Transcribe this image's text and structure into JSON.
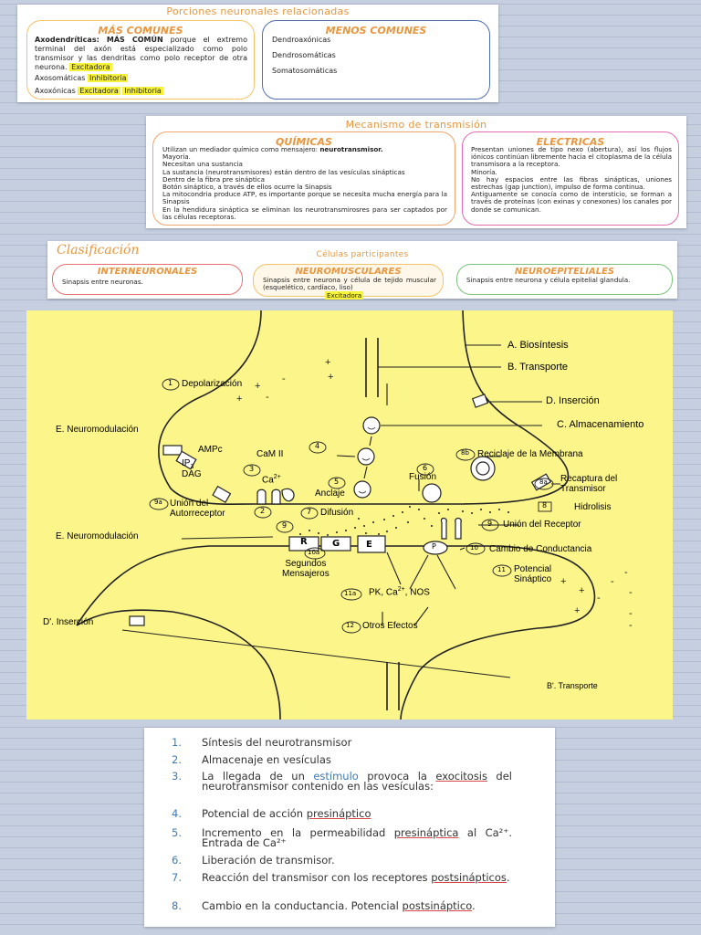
{
  "card1": {
    "title": "Porciones neuronales relacionadas",
    "mas": {
      "heading": "MÁS COMUNES",
      "axo_bold": "Axodendríticas: MÁS COMÚN",
      "axo_rest": " porque el extremo terminal del axón está especializado como polo transmisor y las dendritas como polo receptor de otra neurona.",
      "axo_tag": "Excitadora",
      "axosom": "Axosomáticas",
      "axosom_tag": "Inhibitoria",
      "axoax": "Axoxónicas",
      "axoax_tag1": "Excitadora",
      "axoax_tag2": "Inhibitoria"
    },
    "menos": {
      "heading": "MENOS COMUNES",
      "items": [
        "Dendroaxónicas",
        "Dendrosomáticas",
        "Somatosomáticas"
      ]
    }
  },
  "card2": {
    "title": "Mecanismo de transmisión",
    "quim": {
      "heading": "QUÍMICAS",
      "l1": "Utilizan un mediador químico como mensajero:",
      "l1b": "neurotransmisor.",
      "lines": [
        "Mayoría.",
        "Necesitan una sustancia",
        "La sustancia (neurotransmisores) están dentro de las vesículas sinápticas",
        "Dentro de la fibra pre sináptica",
        "Botón sináptico, a través de ellos ocurre la Sinapsis",
        "La mitocondria produce ATP, es importante porque se necesita mucha energía para la Sinapsis",
        "En la hendidura sináptica se eliminan los neurotransmirosres para ser captados por las células receptoras."
      ]
    },
    "elec": {
      "heading": "ELECTRICAS",
      "p1": "Presentan uniones de tipo nexo (abertura), así los flujos iónicos continúan libremente hacia el citoplasma de la célula transmisora a la receptora.",
      "p2": "Minoría.",
      "p3": "No hay espacios entre las fibras sinápticas, uniones estrechas (gap junction), impulso de forma continua.",
      "p4": "Antiguamente se conocía como de intersticio, se forman a través de proteínas (con exinas y conexones) los canales por donde se comunican."
    }
  },
  "card3": {
    "script_title": "Clasificación",
    "title": "Células participantes",
    "inter": {
      "heading": "INTERNEURONALES",
      "text": "Sinapsis entre neuronas."
    },
    "neuromus": {
      "heading": "NEUROMUSCULARES",
      "text": "Sinapsis entre neurona y célula de tejido muscular (esquelético, cardíaco, liso)",
      "tag": "Excitadora"
    },
    "neuroep": {
      "heading": "NEUROEPITELIALES",
      "text": "Sinapsis entre neurona y célula epitelial glandula."
    }
  },
  "diagram": {
    "labels": {
      "A": "A.  Biosíntesis",
      "B": "B.  Transporte",
      "D": "D.  Inserción",
      "C": "C.  Almacenamiento",
      "dep": "Depolarización",
      "dep_n": "1",
      "eneuro1": "E. Neuromodulación",
      "ampc": "AMPc",
      "ip3": "IP",
      "ip3_sub": "3",
      "dag": "DAG",
      "camii": "CaM II",
      "n3": "3",
      "ca": "Ca",
      "ca_sup": "2+",
      "n4": "4",
      "n5": "5",
      "anclaje": "Anclaje",
      "n6": "6",
      "fusion": "Fusión",
      "n8b": "8b",
      "reciclaje": "Reciclaje de la Membrana",
      "n8a": "8a",
      "recaptura1": "Recaptura del",
      "recaptura2": "Transmisor",
      "n8": "8",
      "hidrolisis": "Hidrolisis",
      "n9a": "9a",
      "union_auto1": "Unión del",
      "union_auto2": "Autorreceptor",
      "n2": "2",
      "n7": "7",
      "difusion": "Difusión",
      "n9": "9",
      "union_rec": "Unión del Receptor",
      "eneuro2": "E. Neuromodulación",
      "r": "R",
      "g": "G",
      "e": "E",
      "p": "P",
      "n10": "10",
      "cambio": "Cambio de Conductancia",
      "n10a": "10a",
      "seg1": "Segundos",
      "seg2": "Mensajeros",
      "n11": "11",
      "pot1": "Potencial",
      "pot2": "Sináptico",
      "n11a": "11a",
      "pk": "PK, Ca",
      "pk_sup": "2+",
      "nos": ", NOS",
      "n12": "12",
      "otros": "Otros Efectos",
      "dprime": "D'.  Inserción",
      "bprime": "B'.  Transporte",
      "n9s": "9"
    }
  },
  "list": {
    "items": [
      {
        "n": "1.",
        "text": "Síntesis del neurotransmisor"
      },
      {
        "n": "2.",
        "text": "Almacenaje en vesículas"
      },
      {
        "n": "3.",
        "a": "La llegada de un ",
        "b": "estímulo",
        "c": " provoca la ",
        "d": "exocitosis",
        "e": " del neurotransmisor contenido en las vesículas:"
      },
      {
        "n": "4.",
        "a": "Potencial de acción ",
        "d": "presináptico"
      },
      {
        "n": "5.",
        "a": "Incremento en la permeabilidad ",
        "d": "presináptica",
        "e": " al Ca²⁺. Entrada de Ca²⁺"
      },
      {
        "n": "6.",
        "text": "Liberación de transmisor."
      },
      {
        "n": "7.",
        "a": "Reacción del transmisor con los receptores ",
        "d": "postsinápticos",
        "e": "."
      },
      {
        "n": "8.",
        "a": "Cambio en la conductancia. Potencial ",
        "d": "postsináptico",
        "e": "."
      }
    ]
  }
}
